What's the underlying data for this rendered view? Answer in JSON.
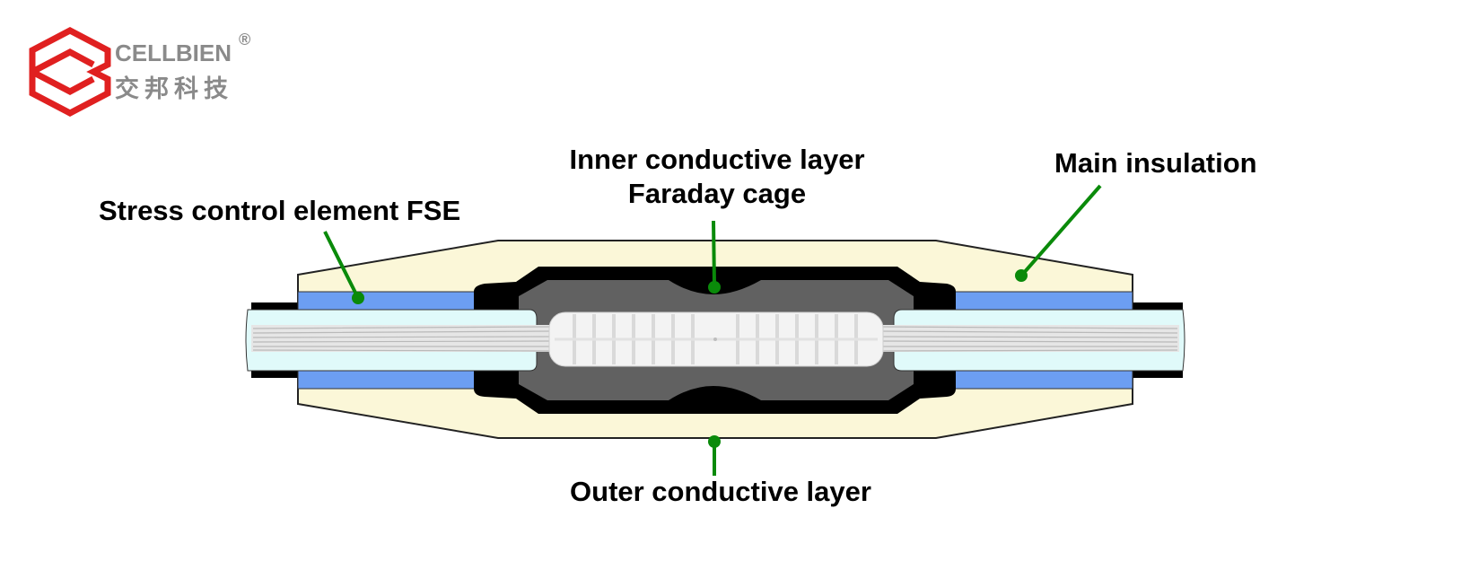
{
  "logo": {
    "brand": "CELLBIEN",
    "registered": "®",
    "subtitle": "交邦科技",
    "mark_color": "#e02020"
  },
  "diagram": {
    "labels": {
      "stress_control": "Stress control element FSE",
      "inner_conductive_line1": "Inner conductive layer",
      "inner_conductive_line2": "Faraday cage",
      "main_insulation": "Main insulation",
      "outer_conductive": "Outer conductive layer"
    },
    "colors": {
      "leader": "#0a8a0a",
      "insulation": "#fbf7d8",
      "fse": "#6c9ef2",
      "cable_insulation": "#e0fafa",
      "conductive_black": "#000000",
      "conductive_grey": "#616161",
      "conductor": "#e2e2e2"
    }
  }
}
